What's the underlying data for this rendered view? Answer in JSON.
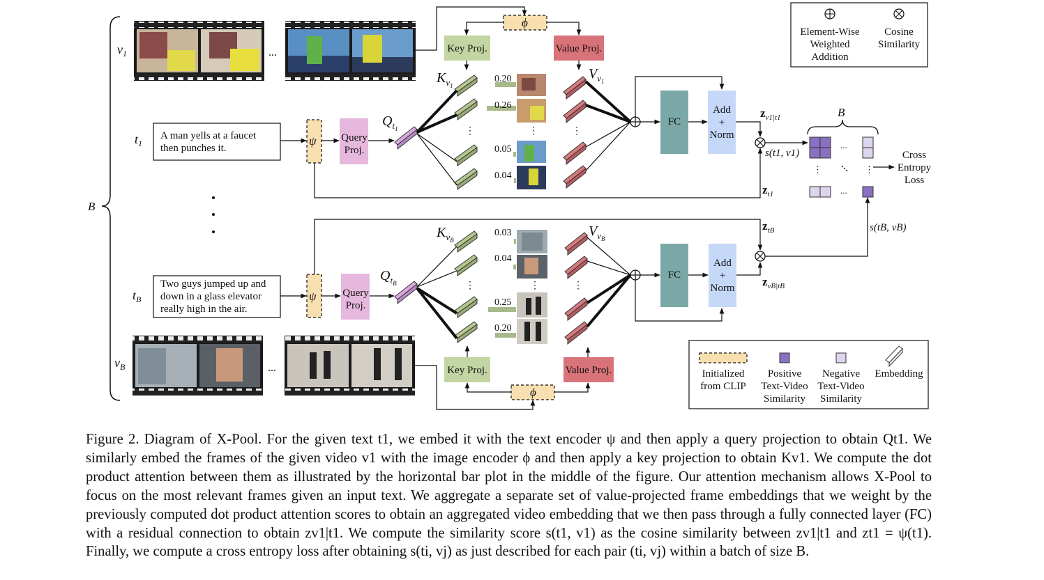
{
  "labels": {
    "v1": "v",
    "v1_sub": "1",
    "t1": "t",
    "t1_sub": "1",
    "tB": "t",
    "tB_sub": "B",
    "vB": "v",
    "vB_sub": "B",
    "B": "B",
    "K": "K",
    "V": "V",
    "Q": "Q",
    "sub_v1": "v",
    "sub_1": "1",
    "sub_vB": "v",
    "sub_B": "B",
    "sub_t1": "t",
    "sub_tB": "t",
    "phi": "ϕ",
    "psi": "ψ",
    "ellipsis": "...",
    "vdots": "⋮"
  },
  "boxes": {
    "key_proj": "Key Proj.",
    "value_proj": "Value Proj.",
    "query_line1": "Query",
    "query_line2": "Proj.",
    "fc": "FC",
    "add_line1": "Add",
    "add_line2": "+",
    "add_line3": "Norm"
  },
  "texts": {
    "t1_line1": "A man yells at a faucet",
    "t1_line2": "then punches it.",
    "tB_line1": "Two guys jumped up and",
    "tB_line2": "down in a glass elevator",
    "tB_line3": "really high in the air."
  },
  "attention": {
    "top": [
      "0.20",
      "0.26",
      "0.05",
      "0.04"
    ],
    "bottom": [
      "0.03",
      "0.04",
      "0.25",
      "0.20"
    ]
  },
  "outputs": {
    "z_top": "z",
    "z_top_sub": "v1|t1",
    "s_top": "s(t1, v1)",
    "z_t1": "z",
    "z_t1_sub": "t1",
    "z_tB": "z",
    "z_tB_sub": "tB",
    "z_bottom": "z",
    "z_bottom_sub": "vB|tB",
    "s_bottom": "s(tB, vB)"
  },
  "matrix": {
    "label": "B",
    "loss_line1": "Cross",
    "loss_line2": "Entropy",
    "loss_line3": "Loss"
  },
  "legend_top": {
    "addition_line1": "Element-Wise",
    "addition_line2": "Weighted",
    "addition_line3": "Addition",
    "cosine_line1": "Cosine",
    "cosine_line2": "Similarity"
  },
  "legend_bottom": {
    "clip_line1": "Initialized",
    "clip_line2": "from CLIP",
    "pos_line1": "Positive",
    "pos_line2": "Text-Video",
    "pos_line3": "Similarity",
    "neg_line1": "Negative",
    "neg_line2": "Text-Video",
    "neg_line3": "Similarity",
    "emb": "Embedding"
  },
  "caption": {
    "s1": "Figure 2. Diagram of X-Pool. For the given text t1, we embed it with the text encoder ψ and then apply a query projection to obtain Qt1. We similarly embed the frames of the given video v1 with the image encoder ϕ and then apply a key projection to obtain Kv1. We compute the dot product attention between them as illustrated by the horizontal bar plot in the middle of the figure. Our attention mechanism allows X-Pool to focus on the most relevant frames given an input text. We aggregate a separate set of value-projected frame embeddings that we weight by the previously computed dot product attention scores to obtain an aggregated video embedding that we then pass through a fully connected layer (FC) with a residual connection to obtain zv1|t1. We compute the similarity score s(t1, v1) as the cosine similarity between zv1|t1 and zt1 = ψ(t1). Finally, we compute a cross entropy loss after obtaining s(ti, vj) as just described for each pair (ti, vj) within a batch of size B."
  },
  "colors": {
    "clip": "#f7dfb0",
    "key": "#c3d5a3",
    "value": "#d9737a",
    "query": "#e7b8dd",
    "fc": "#7aa8a6",
    "add": "#c5d8f7",
    "emb_green": "#b5c78e",
    "emb_red": "#d67a7f",
    "emb_purple": "#c89bd6",
    "positive": "#8a70c0",
    "negative": "#ddd4ee",
    "bar": "#a8b98b"
  }
}
